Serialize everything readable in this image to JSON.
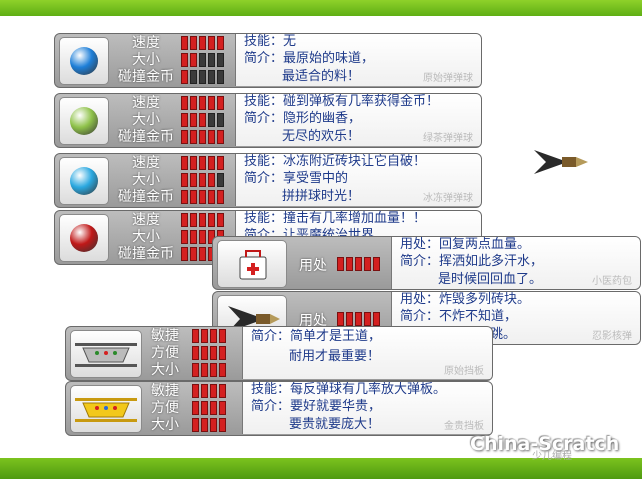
{
  "balls": [
    {
      "stats": [
        "速度",
        "大小",
        "碰撞金币"
      ],
      "bars": [
        5,
        5,
        5
      ],
      "lit": [
        5,
        2,
        1
      ],
      "skill": "技能：无",
      "intro1": "简介：最原始的味道，",
      "intro2": "最适合的料！",
      "tag": "原始弹弹球",
      "color": "#1e7fd8"
    },
    {
      "stats": [
        "速度",
        "大小",
        "碰撞金币"
      ],
      "bars": [
        5,
        5,
        5
      ],
      "lit": [
        5,
        3,
        5
      ],
      "skill": "技能：碰到弹板有几率获得金币！",
      "intro1": "简介：隐形的幽香，",
      "intro2": "无尽的欢乐！",
      "tag": "绿茶弹弹球",
      "color": "#8fc24a"
    },
    {
      "stats": [
        "速度",
        "大小",
        "碰撞金币"
      ],
      "bars": [
        5,
        5,
        5
      ],
      "lit": [
        5,
        4,
        5
      ],
      "skill": "技能：冰冻附近砖块让它自破！",
      "intro1": "简介：享受雪中的",
      "intro2": "拼拼球时光！",
      "tag": "冰冻弹弹球",
      "color": "#2aa8e0"
    },
    {
      "stats": [
        "速度",
        "大小",
        "碰撞金币"
      ],
      "bars": [
        5,
        5,
        5
      ],
      "lit": [
        5,
        5,
        5
      ],
      "skill": "技能：撞击有几率增加血量！！",
      "intro1": "简介：让恶魔统治世界",
      "intro2": "",
      "tag": "",
      "color": "#c01818"
    }
  ],
  "items": [
    {
      "use": "用处",
      "bars": 5,
      "line1": "用处：回复两点血量。",
      "line2": "简介：挥洒如此多汗水，",
      "line3": "是时候回回血了。",
      "tag": "小医药包"
    },
    {
      "use": "用处",
      "bars": 5,
      "line1": "用处：炸毁多列砖块。",
      "line2": "简介：不炸不知道，",
      "line3": "一炸吓一跳。",
      "tag": "忍影核弹"
    }
  ],
  "paddles": [
    {
      "stats": [
        "敏捷",
        "方便",
        "大小"
      ],
      "bars": [
        4,
        4,
        4
      ],
      "lit": [
        4,
        4,
        4
      ],
      "intro1": "简介：简单才是王道，",
      "intro2": "耐用才最重要！",
      "tag": "原始挡板"
    },
    {
      "stats": [
        "敏捷",
        "方便",
        "大小"
      ],
      "bars": [
        4,
        4,
        4
      ],
      "lit": [
        4,
        4,
        4
      ],
      "skill": "技能：每反弹球有几率放大弹板。",
      "intro1": "简介：要好就要华贵，",
      "intro2": "要贵就要庞大！",
      "tag": "金贵挡板"
    }
  ],
  "watermark": "China-Scratch",
  "watermark2": "少儿编程"
}
